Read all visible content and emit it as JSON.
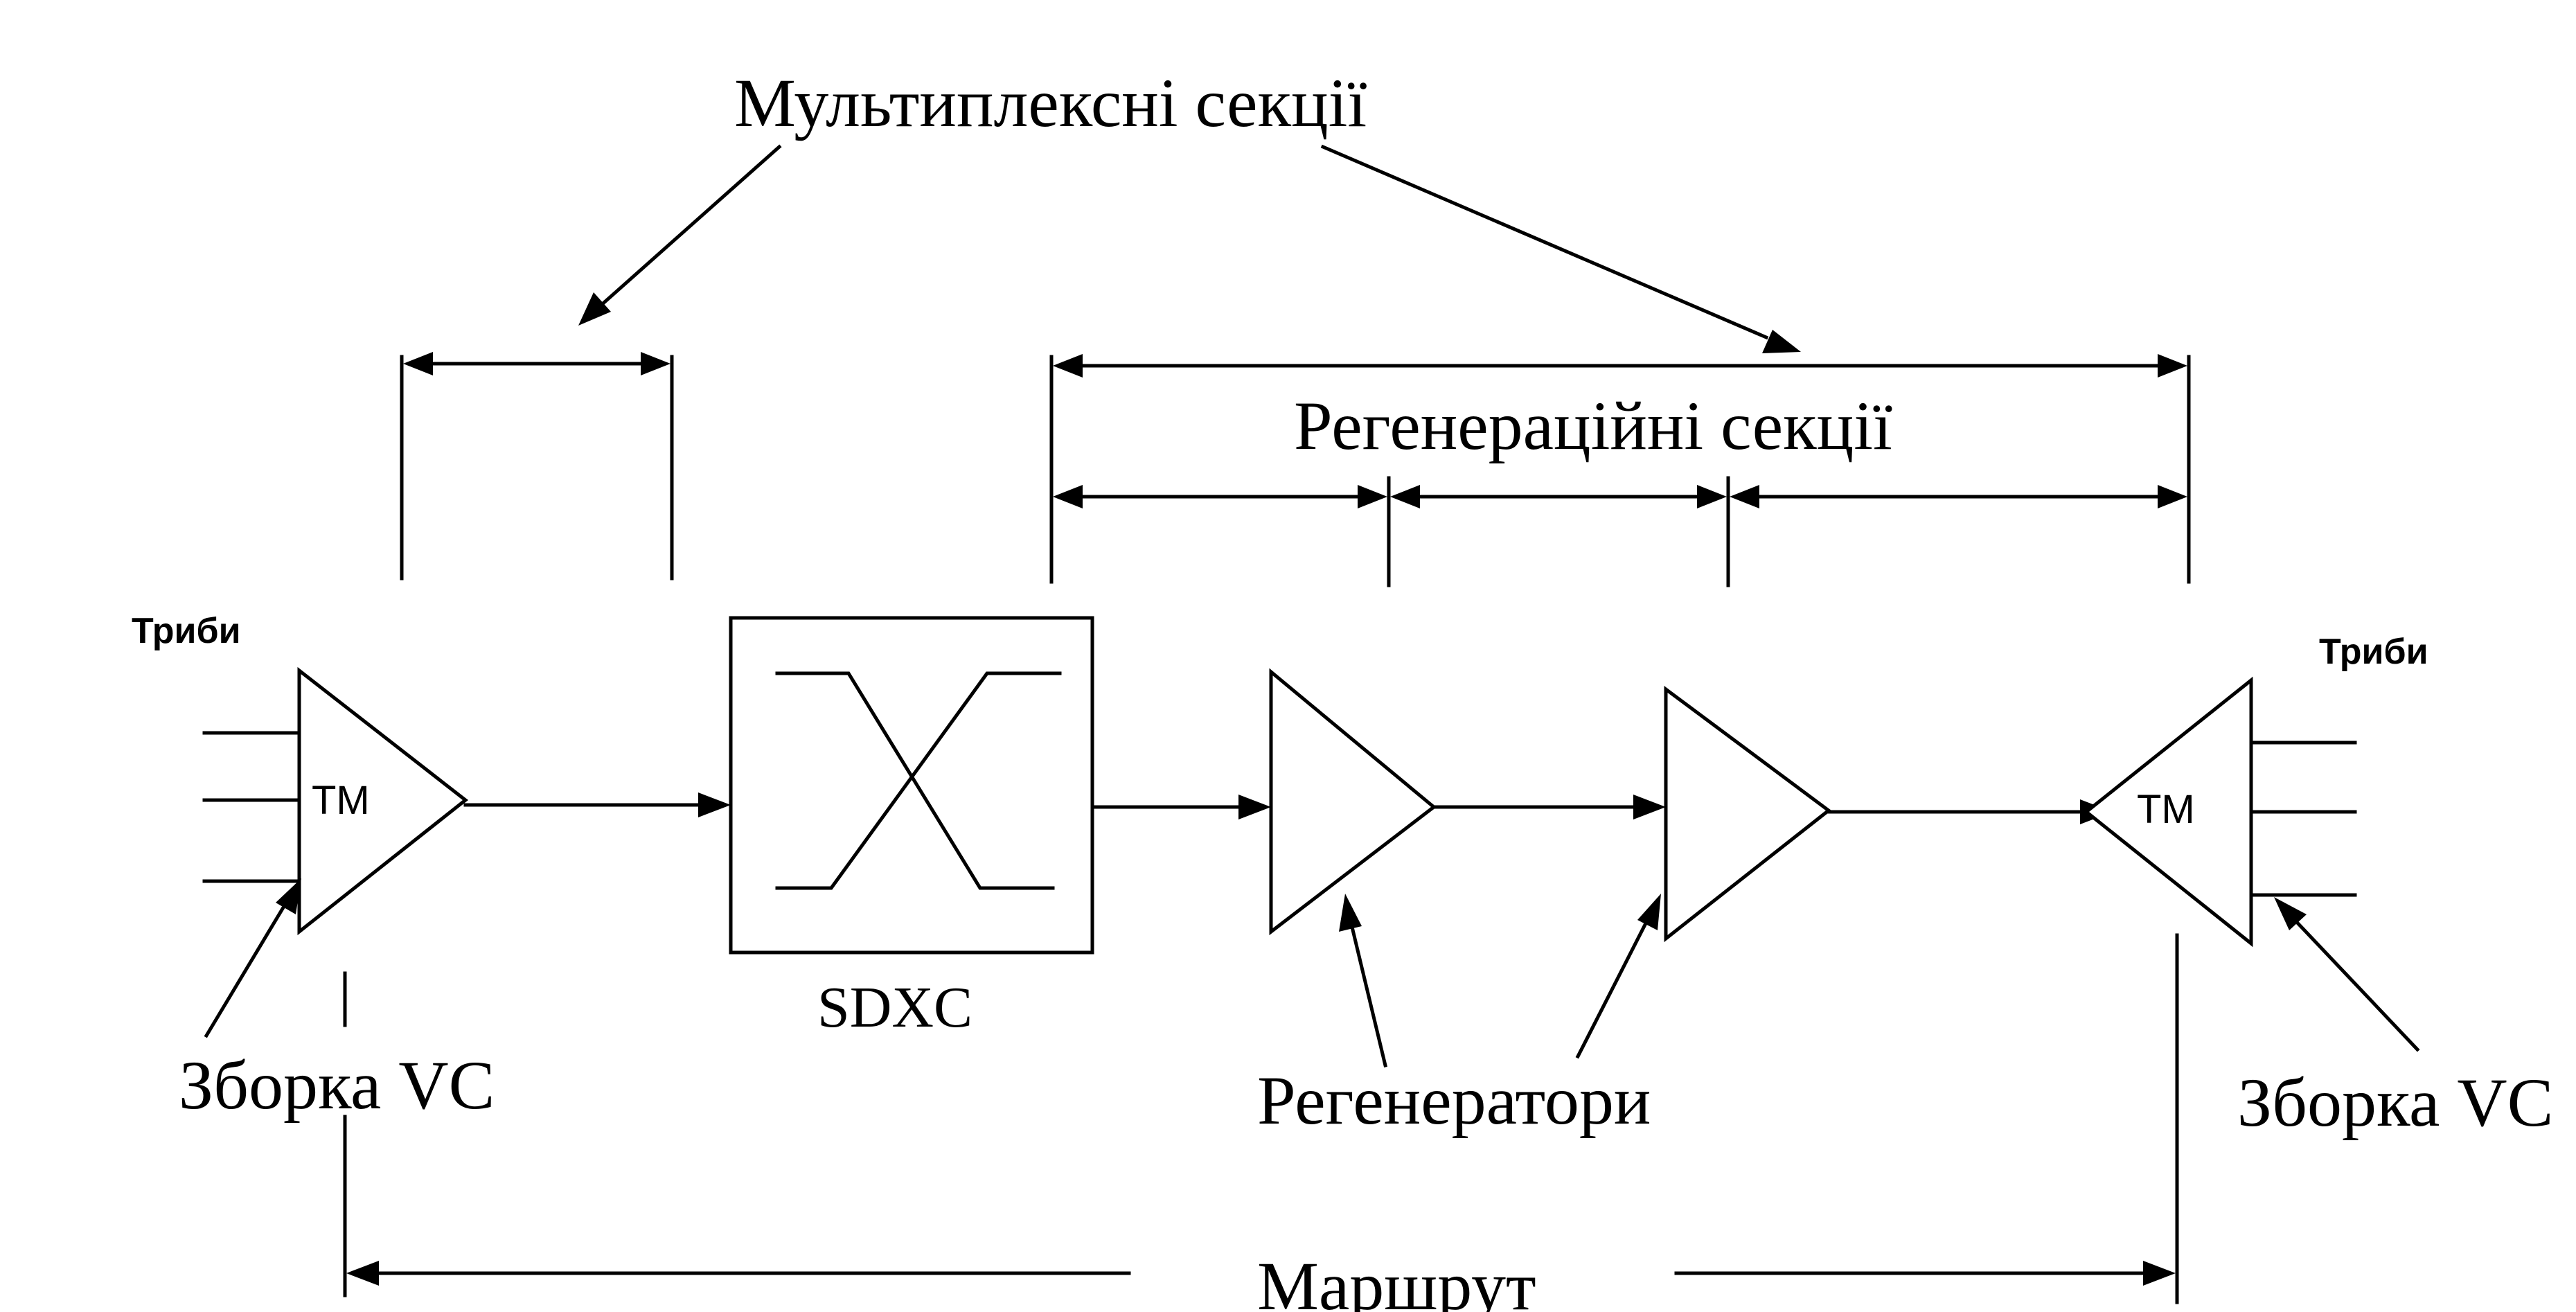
{
  "labels": {
    "multiplex_sections": "Мультиплексні секції",
    "regeneration_sections": "Регенераційні секції",
    "tribs_left": "Триби",
    "tribs_right": "Триби",
    "tm_left": "TM",
    "tm_right": "TM",
    "sdxc": "SDXC",
    "vc_assembly_left": "Зборка VC",
    "vc_assembly_right": "Зборка VC",
    "regenerators": "Регенератори",
    "route": "Маршрут"
  }
}
